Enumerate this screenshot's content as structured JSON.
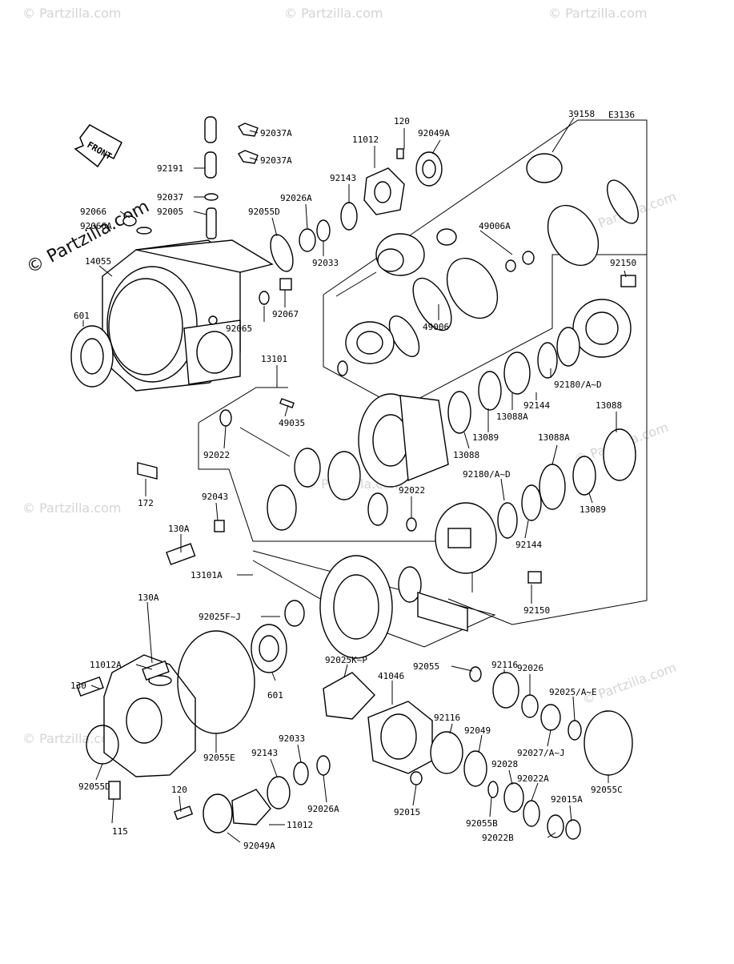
{
  "diagram_code": "E3136",
  "front_label": "FRONT",
  "watermark": "© Partzilla.com",
  "watermark_faint": "© Partzilla.com",
  "labels": {
    "p39158": "39158",
    "p120a": "120",
    "p92049a_top": "92049A",
    "p11012_top": "11012",
    "p92037a_1": "92037A",
    "p92037a_2": "92037A",
    "p92191": "92191",
    "p92037": "92037",
    "p92005": "92005",
    "p92066": "92066",
    "p92066a": "92066A",
    "p92143_top": "92143",
    "p92026a_top": "92026A",
    "p92055d_top": "92055D",
    "p49006a": "49006A",
    "p14055": "14055",
    "p92033_top": "92033",
    "p92150_top": "92150",
    "p601_top": "601",
    "p92067": "92067",
    "p92065": "92065",
    "p49006": "49006",
    "p13101": "13101",
    "p92180_1": "92180/A~D",
    "p92144_1": "92144",
    "p13088a_1": "13088A",
    "p49035": "49035",
    "p13088_r": "13088",
    "p13089_1": "13089",
    "p92022_l": "92022",
    "p13088_c": "13088",
    "p13088a_2": "13088A",
    "p92180_2": "92180/A~D",
    "p172": "172",
    "p92022_c": "92022",
    "p92043": "92043",
    "p13089_2": "13089",
    "p130a_1": "130A",
    "p92144_2": "92144",
    "p13101a": "13101A",
    "p92150_bot": "92150",
    "p130a_2": "130A",
    "p92025fj": "92025F~J",
    "p11012a": "11012A",
    "p92116_top": "92116",
    "p92025kp": "92025K~P",
    "p92055": "92055",
    "p92026": "92026",
    "p130": "130",
    "p41046": "41046",
    "p601_bot": "601",
    "p92025ae": "92025/A~E",
    "p92116_mid": "92116",
    "p92049": "92049",
    "p92027aj": "92027/A~J",
    "p92055e": "92055E",
    "p92033_bot": "92033",
    "p92143_bot": "92143",
    "p92028": "92028",
    "p92055c": "92055C",
    "p92055d_bot": "92055D",
    "p92022a": "92022A",
    "p120_bot": "120",
    "p92026a_bot": "92026A",
    "p92015": "92015",
    "p92055b": "92055B",
    "p92015a": "92015A",
    "p11012_bot": "11012",
    "p92022b": "92022B",
    "p115": "115",
    "p92049a_bot": "92049A"
  }
}
